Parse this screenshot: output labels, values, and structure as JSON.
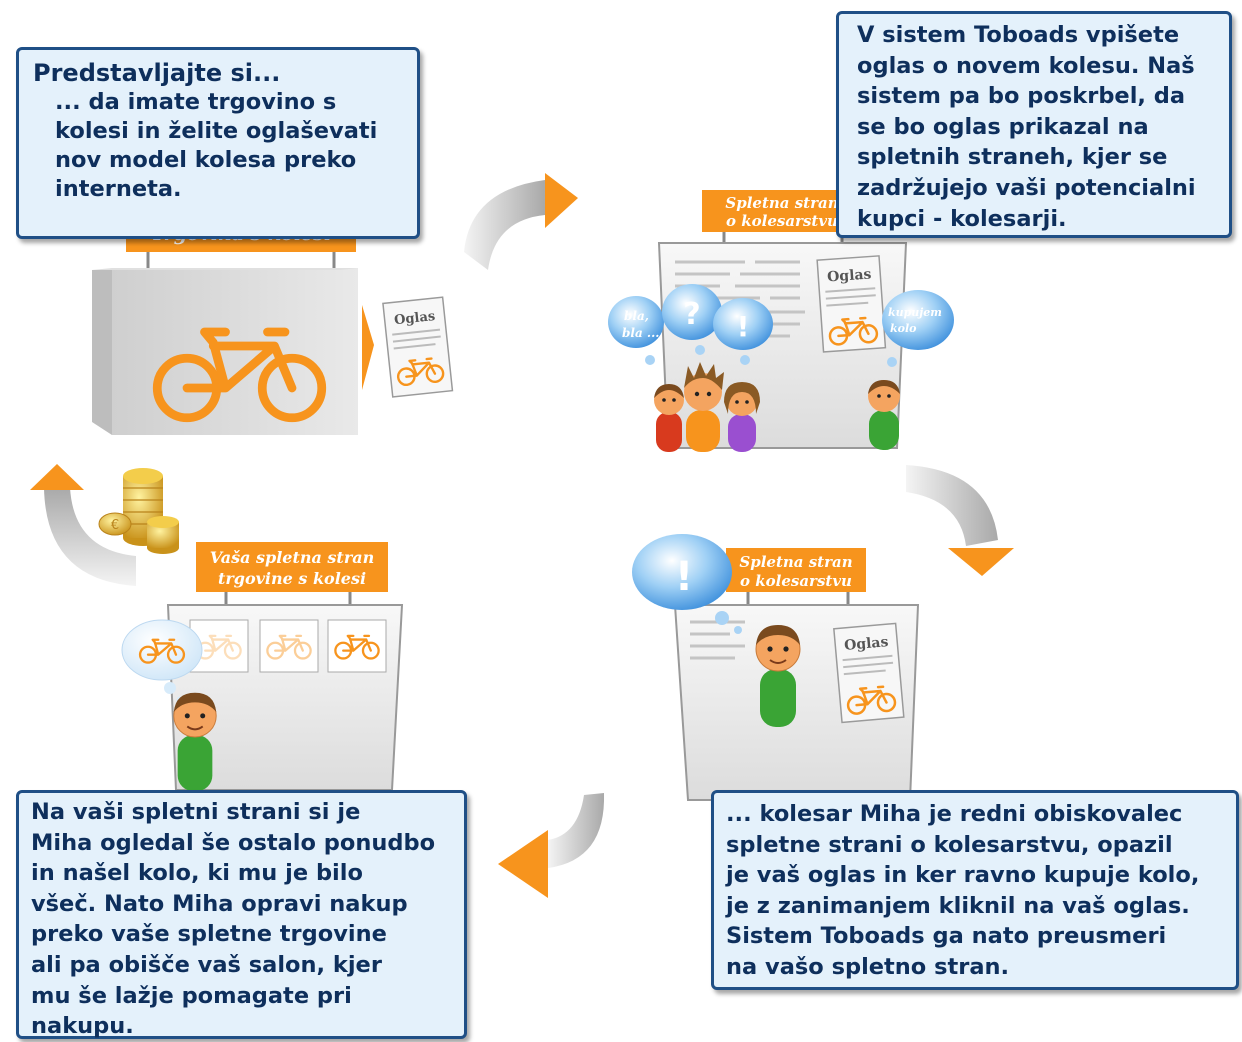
{
  "intro": {
    "title": "Predstavljajte si...",
    "lines": [
      "... da imate trgovino s",
      "kolesi in želite oglaševati",
      "nov model kolesa preko",
      "interneta."
    ]
  },
  "step1": {
    "lines": [
      "V sistem Toboads vpišete",
      "oglas o novem kolesu. Naš",
      "sistem pa bo poskrbel, da",
      "se bo oglas prikazal na",
      "spletnih straneh, kjer se",
      "zadržujejo vaši potencialni",
      "kupci - kolesarji."
    ]
  },
  "step2": {
    "lines": [
      "... kolesar Miha je redni obiskovalec",
      "spletne strani o kolesarstvu, opazil",
      "je vaš oglas in ker ravno kupuje kolo,",
      "je z zanimanjem kliknil na vaš oglas.",
      "Sistem Toboads ga nato preusmeri",
      "na vašo spletno stran."
    ]
  },
  "step3": {
    "lines": [
      "Na vaši spletni strani si je",
      "Miha ogledal še ostalo ponudbo",
      "in našel kolo, ki mu je bilo",
      "všeč. Nato Miha opravi nakup",
      "preko vaše spletne trgovine",
      "ali pa obišče vaš salon, kjer",
      "mu še lažje pomagate pri",
      "nakupu."
    ]
  },
  "signs": {
    "shop": "Trgovina s kolesi",
    "site_top_line1": "Spletna stran",
    "site_top_line2": "o kolesarstvu",
    "site_right_line1": "Spletna stran",
    "site_right_line2": "o kolesarstvu",
    "your_site_line1": "Vaša spletna stran",
    "your_site_line2": "trgovine s kolesi"
  },
  "ads": {
    "label_shop": "Oglas",
    "label_top": "Oglas",
    "label_right": "Oglas"
  },
  "bubbles": {
    "bla_line1": "bla,",
    "bla_line2": "bla ...",
    "question": "?",
    "exclaim": "!",
    "buying_line1": "kupujem",
    "buying_line2": "kolo",
    "exclaim_right": "!"
  },
  "colors": {
    "orange": "#f7941d",
    "box_border": "#1f4f86",
    "box_fill": "#e4f1fb",
    "text": "#0e2f5c",
    "gold": "#e8b31c"
  }
}
